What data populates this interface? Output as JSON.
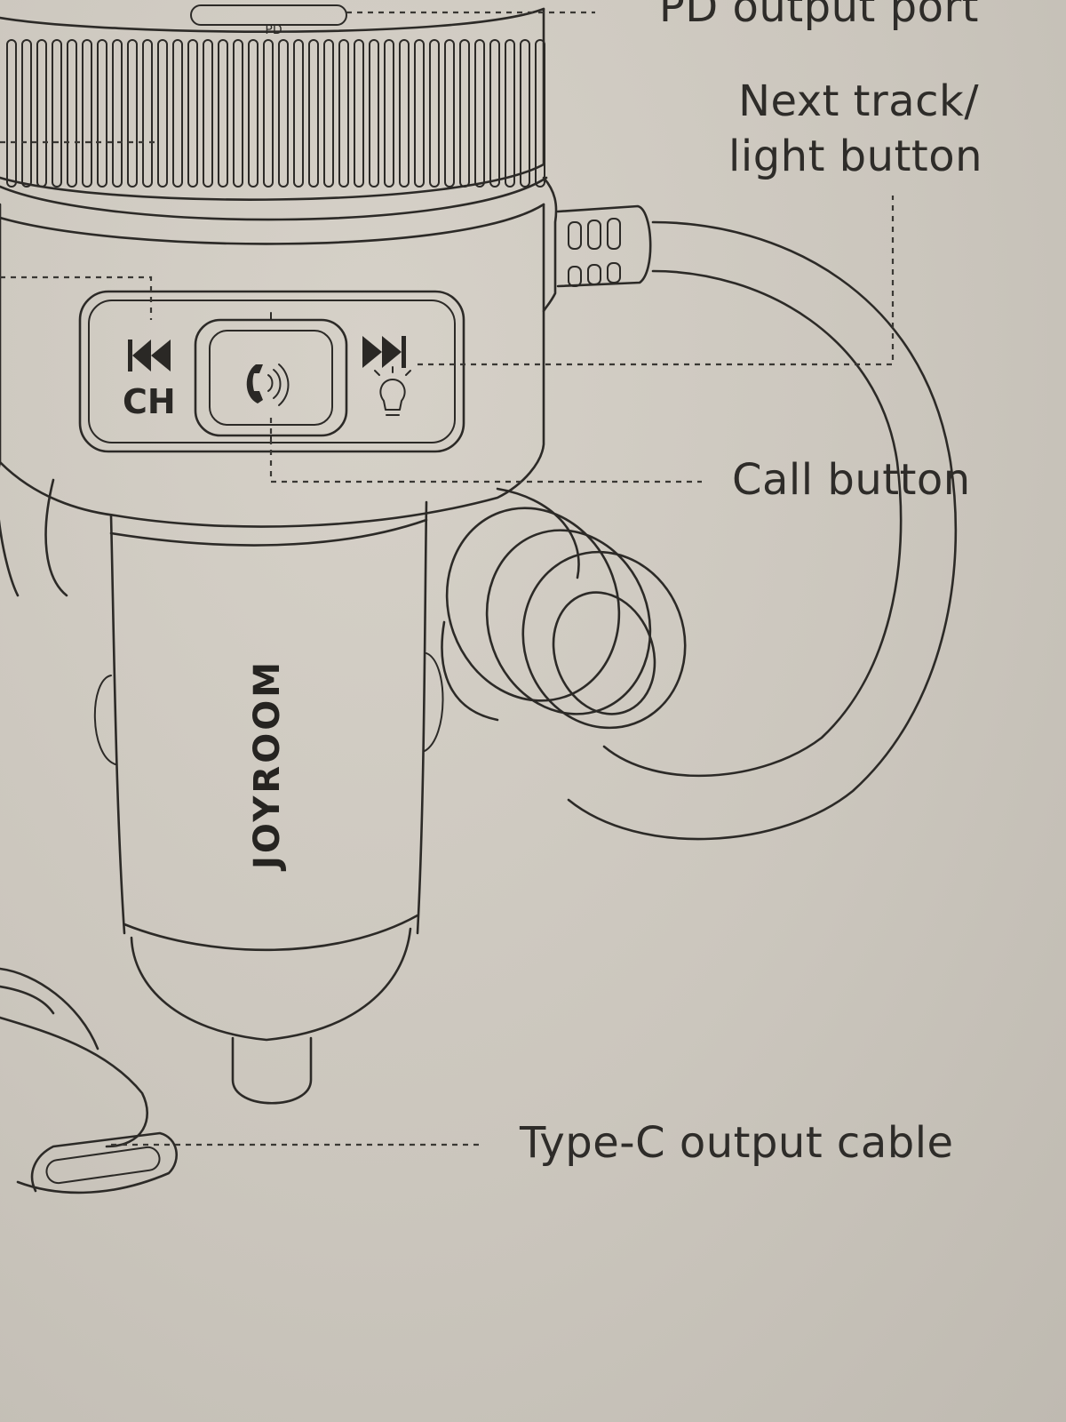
{
  "labels": {
    "pd_output_port": "PD output port",
    "next_track_line1": "Next track/",
    "next_track_line2": "light button",
    "call_button": "Call button",
    "type_c_output_cable": "Type-C output cable"
  },
  "device": {
    "brand": "JOYROOM",
    "prev_channel_text": "CH",
    "port_text": "PD"
  },
  "icons": {
    "prev": "previous-track-icon",
    "next": "next-track-icon",
    "light": "light-bulb-icon",
    "call": "phone-call-icon"
  }
}
